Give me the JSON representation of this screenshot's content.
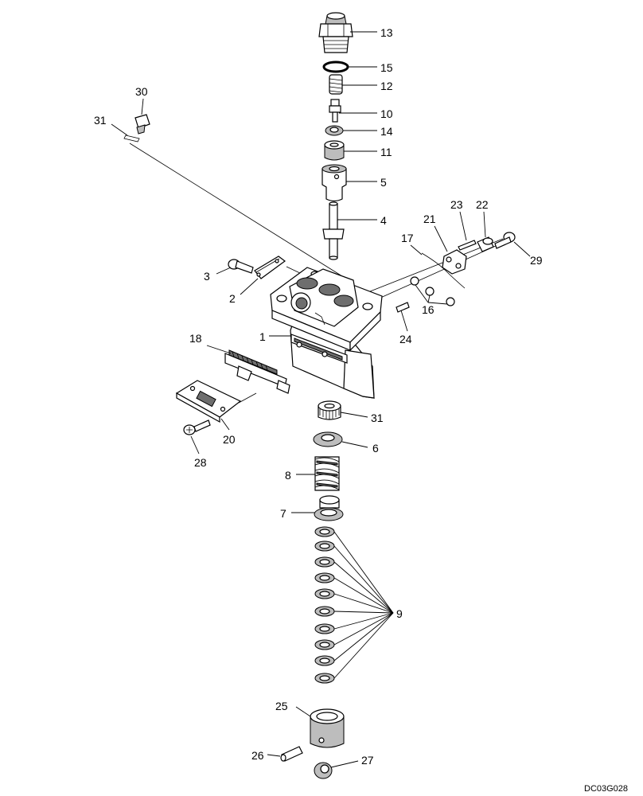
{
  "drawing_code": "DC03G028",
  "callouts": {
    "p1": "1",
    "p2": "2",
    "p3": "3",
    "p4": "4",
    "p5": "5",
    "p6": "6",
    "p7": "7",
    "p8": "8",
    "p9": "9",
    "p10": "10",
    "p11": "11",
    "p12": "12",
    "p13": "13",
    "p14": "14",
    "p15": "15",
    "p16": "16",
    "p17": "17",
    "p18": "18",
    "p20": "20",
    "p21": "21",
    "p22": "22",
    "p23": "23",
    "p24": "24",
    "p25": "25",
    "p26": "26",
    "p27": "27",
    "p28": "28",
    "p29": "29",
    "p30": "30",
    "p31a": "31",
    "p31b": "31"
  }
}
